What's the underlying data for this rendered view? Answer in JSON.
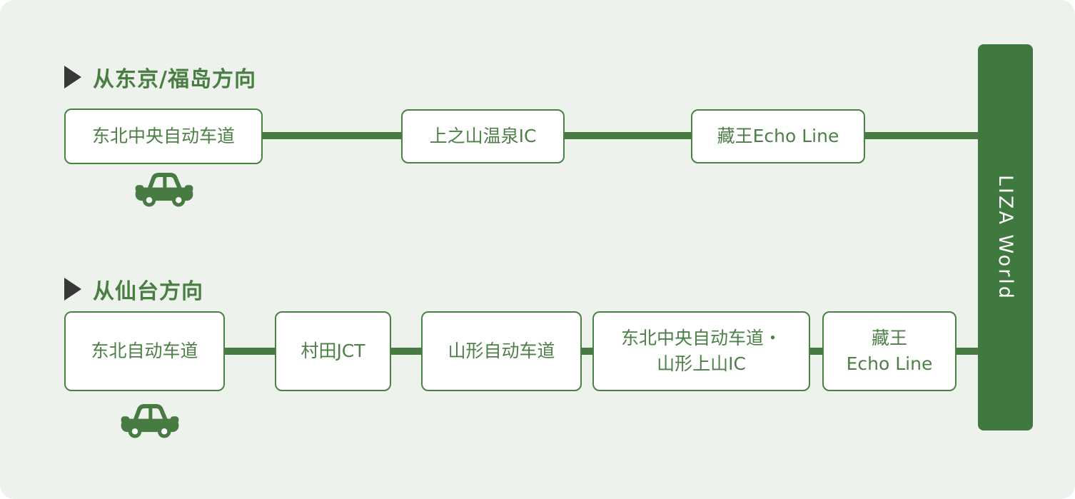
{
  "page": {
    "background": "#ffffff",
    "panel_background": "#edf3ec"
  },
  "colors": {
    "box_border_green": "#4c8146",
    "text_green": "#4d8047",
    "heading_green": "#4a7d44",
    "connector_green": "#477b42",
    "destination_bar_green": "#40793f",
    "triangle_dark": "#383838",
    "destination_text": "#ffffff"
  },
  "icons": {
    "triangle": "triangle-pointer-icon",
    "car": "car-icon"
  },
  "destination": {
    "label": "LIZA World"
  },
  "routes": [
    {
      "heading": "从东京/福岛方向",
      "stops": [
        {
          "label": "东北中央自动车道"
        },
        {
          "label": "上之山温泉IC"
        },
        {
          "label": "藏王Echo Line"
        }
      ]
    },
    {
      "heading": "从仙台方向",
      "stops": [
        {
          "label": "东北自动车道"
        },
        {
          "label": "村田JCT"
        },
        {
          "label": "山形自动车道"
        },
        {
          "line1": "东北中央自动车道・",
          "line2": "山形上山IC"
        },
        {
          "line1": "藏王",
          "line2": "Echo Line"
        }
      ]
    }
  ]
}
